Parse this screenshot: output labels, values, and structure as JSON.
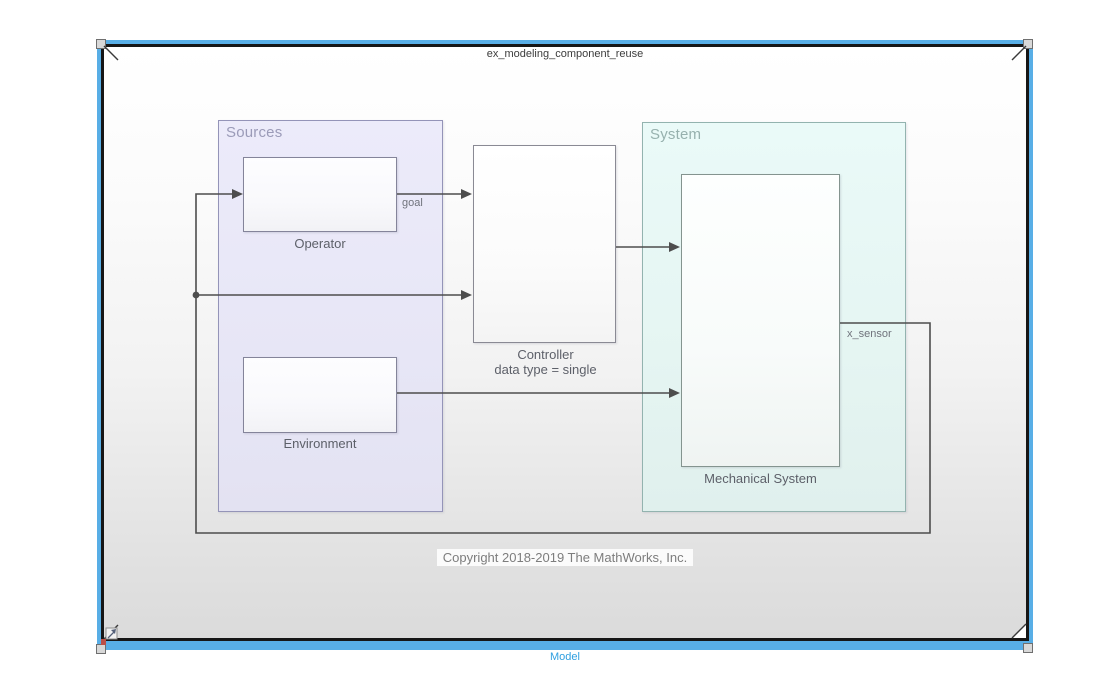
{
  "model": {
    "title": "ex_modeling_component_reuse",
    "copyright": "Copyright 2018-2019 The MathWorks, Inc.",
    "tab": "Model"
  },
  "areas": {
    "sources": {
      "label": "Sources",
      "fill": "#e9e9f8",
      "border": "#9494b8",
      "label_color": "#9b9bb8"
    },
    "system": {
      "label": "System",
      "fill": "#e8f8f6",
      "border": "#93b3af",
      "label_color": "#97b1ae"
    }
  },
  "blocks": {
    "operator": {
      "label": "Operator"
    },
    "environment": {
      "label": "Environment"
    },
    "controller": {
      "label": "Controller",
      "annotation": "data type = single"
    },
    "mechanical_system": {
      "label": "Mechanical System"
    }
  },
  "signals": {
    "goal": "goal",
    "x_sensor": "x_sensor"
  },
  "icons": {
    "model_badge": "model-reference-badge-icon",
    "corner_folds": "page-corner-fold-marks",
    "selection_handles": "selection-handle"
  },
  "colors": {
    "selection_blue": "#58aee6",
    "frame_black": "#161616",
    "wire": "#4d4d4d",
    "tab_blue": "#2f9fe0",
    "canvas_top": "#ffffff",
    "canvas_bottom": "#dbdbdb"
  }
}
